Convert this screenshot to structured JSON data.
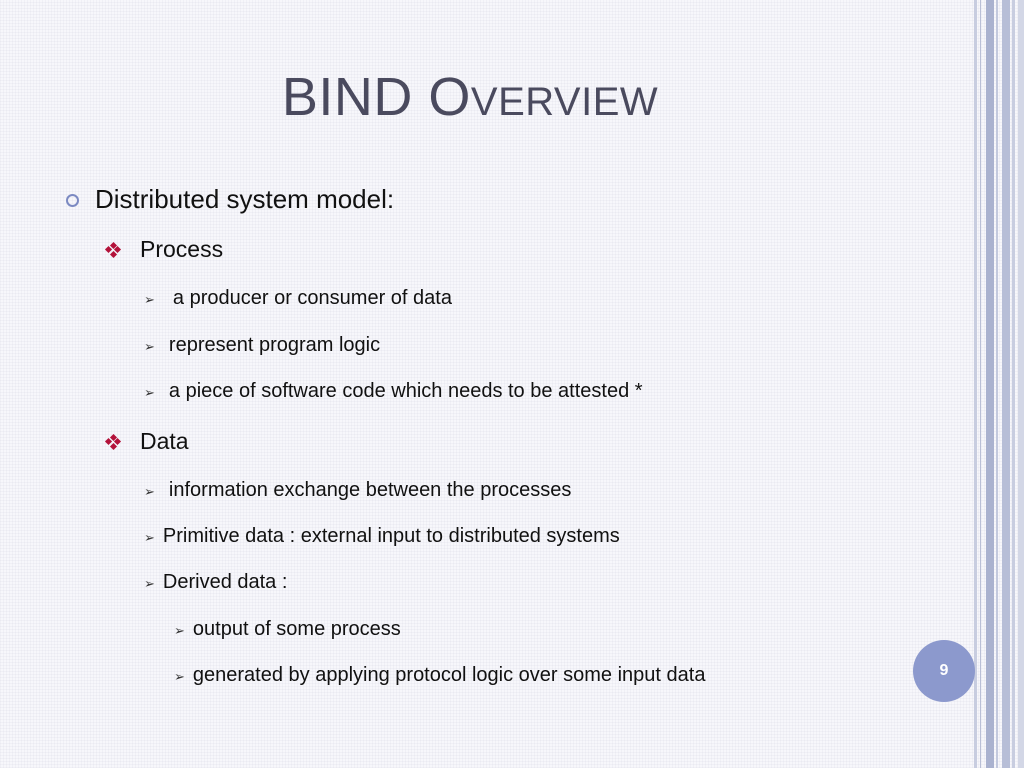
{
  "slide": {
    "title_first": "BIND",
    "title_second_initial": "O",
    "title_second_rest": "verview",
    "page_number": "9",
    "accent_color": "#8c99cd",
    "bullet_color_level2": "#b3123a"
  },
  "bullets": {
    "level1_0": "Distributed system model:",
    "process": {
      "label": "Process",
      "items": [
        "a producer or consumer of data",
        "represent program logic",
        "a piece of software code which needs to be attested *"
      ]
    },
    "data": {
      "label": "Data",
      "items": [
        "information exchange between the processes",
        "Primitive data : external input to distributed systems",
        "Derived data :"
      ],
      "derived_items": [
        "output of some process",
        "generated by applying protocol logic over some input data"
      ]
    }
  },
  "icons": {
    "level1": "hollow-circle-icon",
    "level2": "four-diamond-icon",
    "level3": "arrowhead-icon"
  }
}
